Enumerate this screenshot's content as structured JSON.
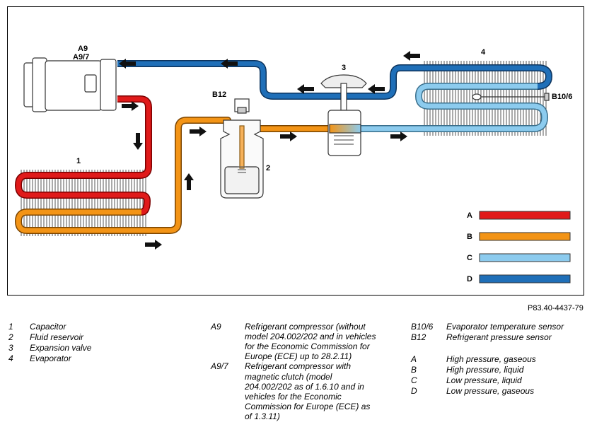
{
  "labels": {
    "a9": "A9",
    "a97": "A9/7",
    "b12": "B12",
    "b106": "B10/6",
    "n1": "1",
    "n2": "2",
    "n3": "3",
    "n4": "4"
  },
  "color_legend": [
    {
      "code": "A",
      "color": "#e01a1a"
    },
    {
      "code": "B",
      "color": "#f39416"
    },
    {
      "code": "C",
      "color": "#8ccbee"
    },
    {
      "code": "D",
      "color": "#1f6fb8"
    }
  ],
  "pipe_colors": {
    "high_gas": "#e01a1a",
    "high_liquid": "#f39416",
    "low_liquid": "#8ccbee",
    "low_gas": "#1f6fb8"
  },
  "figure_ref": "P83.40-4437-79",
  "legend_col1": [
    {
      "key": "1",
      "text": "Capacitor"
    },
    {
      "key": "2",
      "text": "Fluid reservoir"
    },
    {
      "key": "3",
      "text": "Expansion valve"
    },
    {
      "key": "4",
      "text": "Evaporator"
    }
  ],
  "legend_col2": [
    {
      "key": "A9",
      "lines": [
        "Refrigerant compressor (without",
        "model 204.002/202 and in vehicles",
        "for the Economic Commission for",
        "Europe (ECE) up to 28.2.11)"
      ]
    },
    {
      "key": "A9/7",
      "lines": [
        "Refrigerant compressor with",
        "magnetic clutch (model",
        "204.002/202 as of 1.6.10 and in",
        "vehicles for the Economic",
        "Commission for Europe (ECE) as",
        "of 1.3.11)"
      ]
    }
  ],
  "legend_col3": [
    {
      "key": "B10/6",
      "text": "Evaporator temperature sensor"
    },
    {
      "key": "B12",
      "text": "Refrigerant pressure sensor"
    },
    {
      "key": "A",
      "text": "High pressure, gaseous"
    },
    {
      "key": "B",
      "text": "High pressure, liquid"
    },
    {
      "key": "C",
      "text": "Low pressure, liquid"
    },
    {
      "key": "D",
      "text": "Low pressure, gaseous"
    }
  ]
}
